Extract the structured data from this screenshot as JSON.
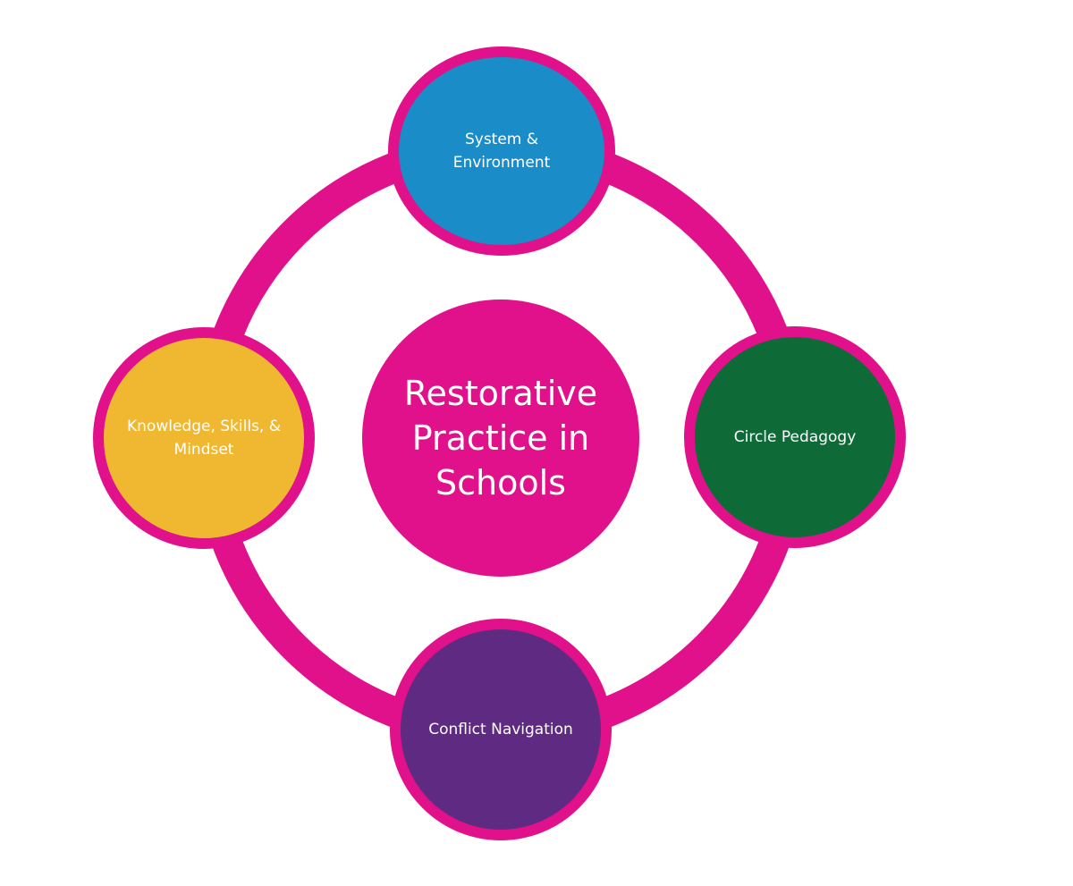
{
  "colors": {
    "ring": "#e0118a",
    "center_fill": "#e0118a",
    "node_border": "#e0118a",
    "text": "#ffffff"
  },
  "center": {
    "label": "Restorative Practice in Schools"
  },
  "nodes": [
    {
      "position": "top",
      "label": "System & Environment",
      "fill": "#1a8cc8"
    },
    {
      "position": "right",
      "label": "Circle Pedagogy",
      "fill": "#0e6b38"
    },
    {
      "position": "bottom",
      "label": "Conflict Navigation",
      "fill": "#5e2a82"
    },
    {
      "position": "left",
      "label": "Knowledge, Skills, & Mindset",
      "fill": "#f0b830"
    }
  ]
}
